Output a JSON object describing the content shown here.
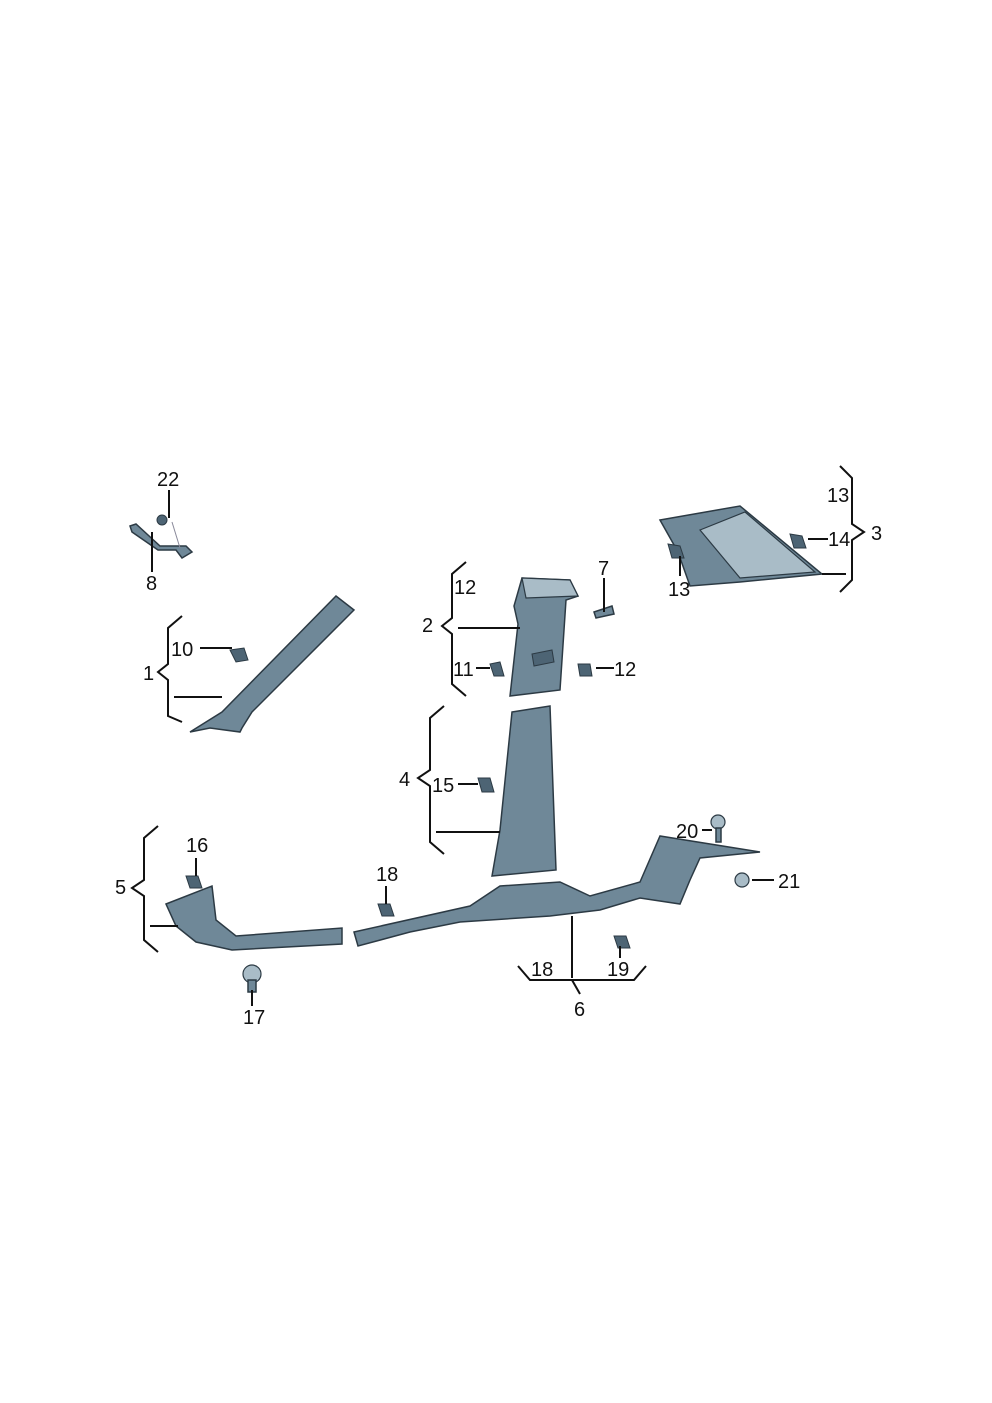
{
  "title": "Interior trim parts diagram",
  "colors": {
    "part": "#6f8898",
    "highlight": "#a9bcc7",
    "line": "#111111"
  },
  "labels": [
    "22",
    "8",
    "10",
    "1",
    "12",
    "2",
    "7",
    "11",
    "12",
    "13",
    "14",
    "3",
    "13",
    "4",
    "15",
    "5",
    "16",
    "18",
    "20",
    "21",
    "17",
    "18",
    "19",
    "6"
  ]
}
